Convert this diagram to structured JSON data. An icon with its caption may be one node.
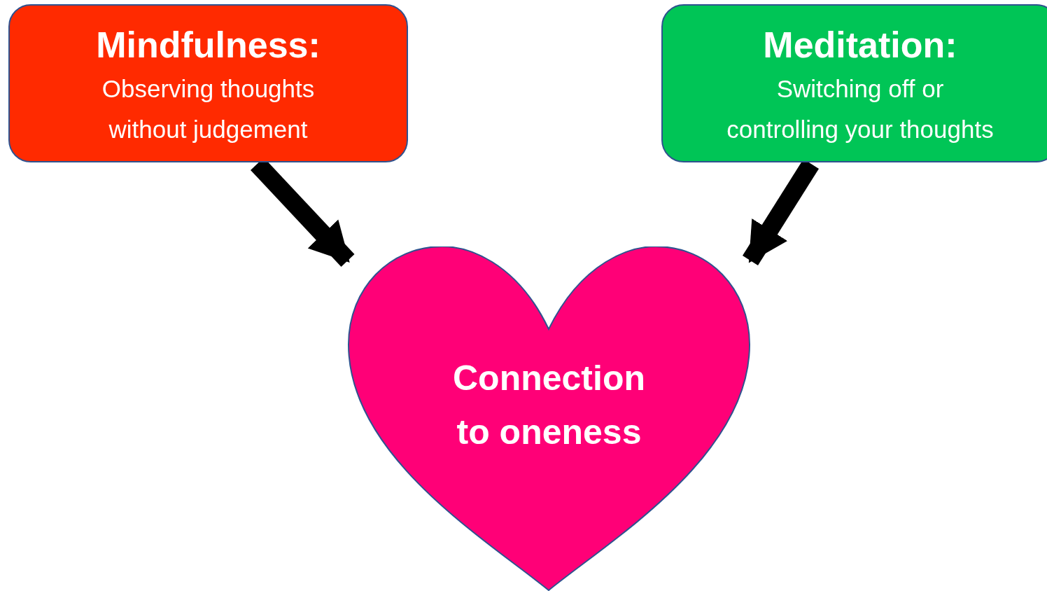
{
  "diagram": {
    "nodes": [
      {
        "text": [
          "Mindfulness:",
          "Observing thoughts without judgement"
        ]
      },
      {
        "text": [
          "Meditation:",
          "Switching off or controlling your thoughts"
        ]
      },
      {
        "text": [
          "Connection to oneness"
        ]
      }
    ],
    "edges": [
      {
        "from": 0,
        "to": 2,
        "arrow": "to"
      },
      {
        "from": 1,
        "to": 2,
        "arrow": "to"
      }
    ]
  }
}
